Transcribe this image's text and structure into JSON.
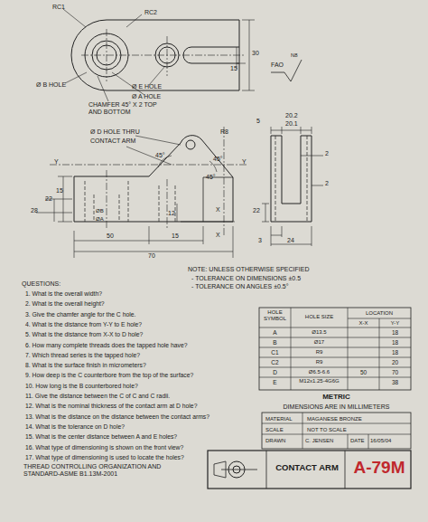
{
  "diagram": {
    "labels": [
      "RC1",
      "RC2",
      "30",
      "15",
      "FAO",
      "N8",
      "Ø B HOLE",
      "Ø E HOLE",
      "Ø A HOLE",
      "CHAMFER 45° X 2 TOP AND BOTTOM",
      "Ø D HOLE THRU",
      "CONTACT ARM",
      "R8",
      "45°",
      "45°",
      "45°",
      "Y",
      "Y",
      "15",
      "22",
      "28",
      "ØB",
      "ØA",
      "12",
      "X",
      "X",
      "50",
      "15",
      "70",
      "5",
      "20.2",
      "20.1",
      "2",
      "2",
      "22",
      "3",
      "24",
      "NOTE: UNLESS OTHERWISE SPECIFIED",
      "- TOLERANCE ON DIMENSIONS ±0.5",
      "- TOLERANCE ON ANGLES ±0.5°",
      "QUESTIONS:",
      "1. What is the overall width?",
      "2. What is the overall height?",
      "3. Give the chamfer angle for the C hole.",
      "4. What is the distance from Y-Y to E hole?",
      "5. What is the distance from X-X to D hole?",
      "6. How many complete threads does the tapped hole have?",
      "7. Which thread series is the tapped hole?",
      "8. What is the surface finish in micrometers?",
      "9. How deep is the C counterbore from the top of the surface?",
      "10. How long is the B counterbored hole?",
      "11. Give the distance between the C of C and C radii.",
      "12. What is the nominal thickness of the contact arm at D hole?",
      "13. What is the distance on the distance between the contact arms?",
      "14. What is the tolerance on D hole?",
      "15. What is the center distance between A and E holes?",
      "16. What type of dimensioning is shown on the front view?",
      "17. What type of dimensioning is used to locate the holes?",
      "HOLE SYMBOL",
      "HOLE SIZE",
      "LOCATION",
      "X-X",
      "Y-Y",
      "A",
      "Ø13.5",
      "18",
      "B",
      "Ø17",
      "18",
      "C1",
      "R9",
      "18",
      "C2",
      "R9",
      "20",
      "D",
      "Ø6.5-6.6",
      "50",
      "70",
      "E",
      "M12x1.25-4G6G",
      "38",
      "METRIC",
      "DIMENSIONS ARE IN MILLIMETERS",
      "MATERIAL",
      "MAGANESE BRONZE",
      "SCALE",
      "NOT TO SCALE",
      "DRAWN",
      "C. JENSEN",
      "DATE",
      "16/05/04",
      "THREAD CONTROLLING ORGANIZATION AND STANDARD-ASME B1.13M-2001",
      "CONTACT ARM",
      "A-79M"
    ]
  }
}
